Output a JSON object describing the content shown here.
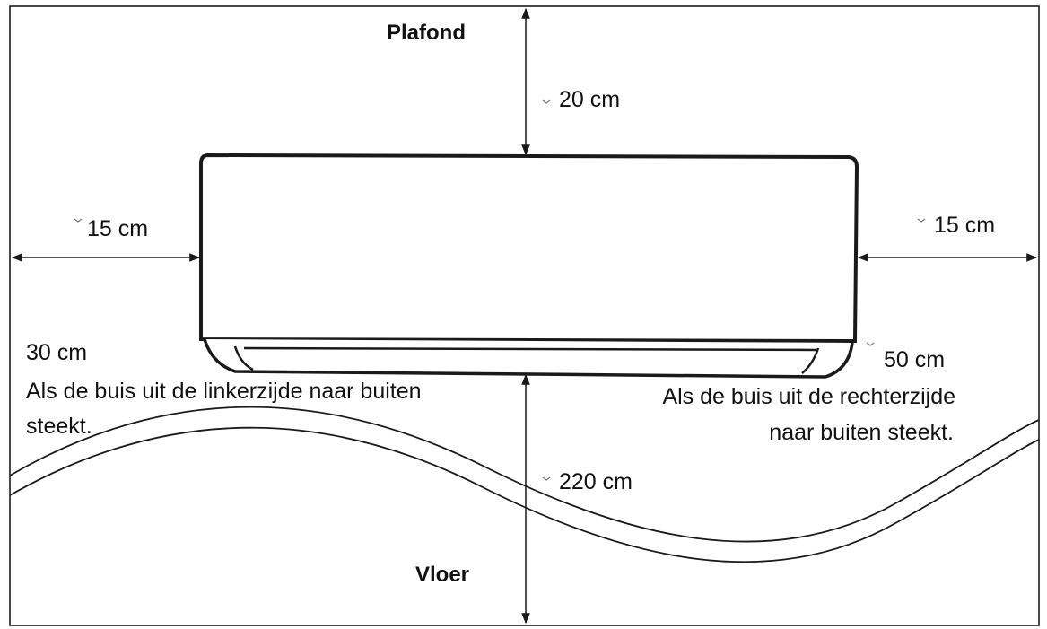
{
  "labels": {
    "ceiling": "Plafond",
    "floor": "Vloer",
    "top_clearance": "20 cm",
    "left_clearance": "15 cm",
    "right_clearance": "15 cm",
    "bottom_clearance": "220 cm",
    "left_pipe_clearance": "30 cm",
    "left_pipe_note_line1": "Als de buis uit de linkerzijde naar buiten",
    "left_pipe_note_line2": "steekt.",
    "right_pipe_clearance": "50 cm",
    "right_pipe_note_line1": "Als de buis uit de rechterzijde",
    "right_pipe_note_line2": "naar buiten steekt."
  },
  "colors": {
    "line": "#1a1a1a",
    "background": "#ffffff"
  }
}
